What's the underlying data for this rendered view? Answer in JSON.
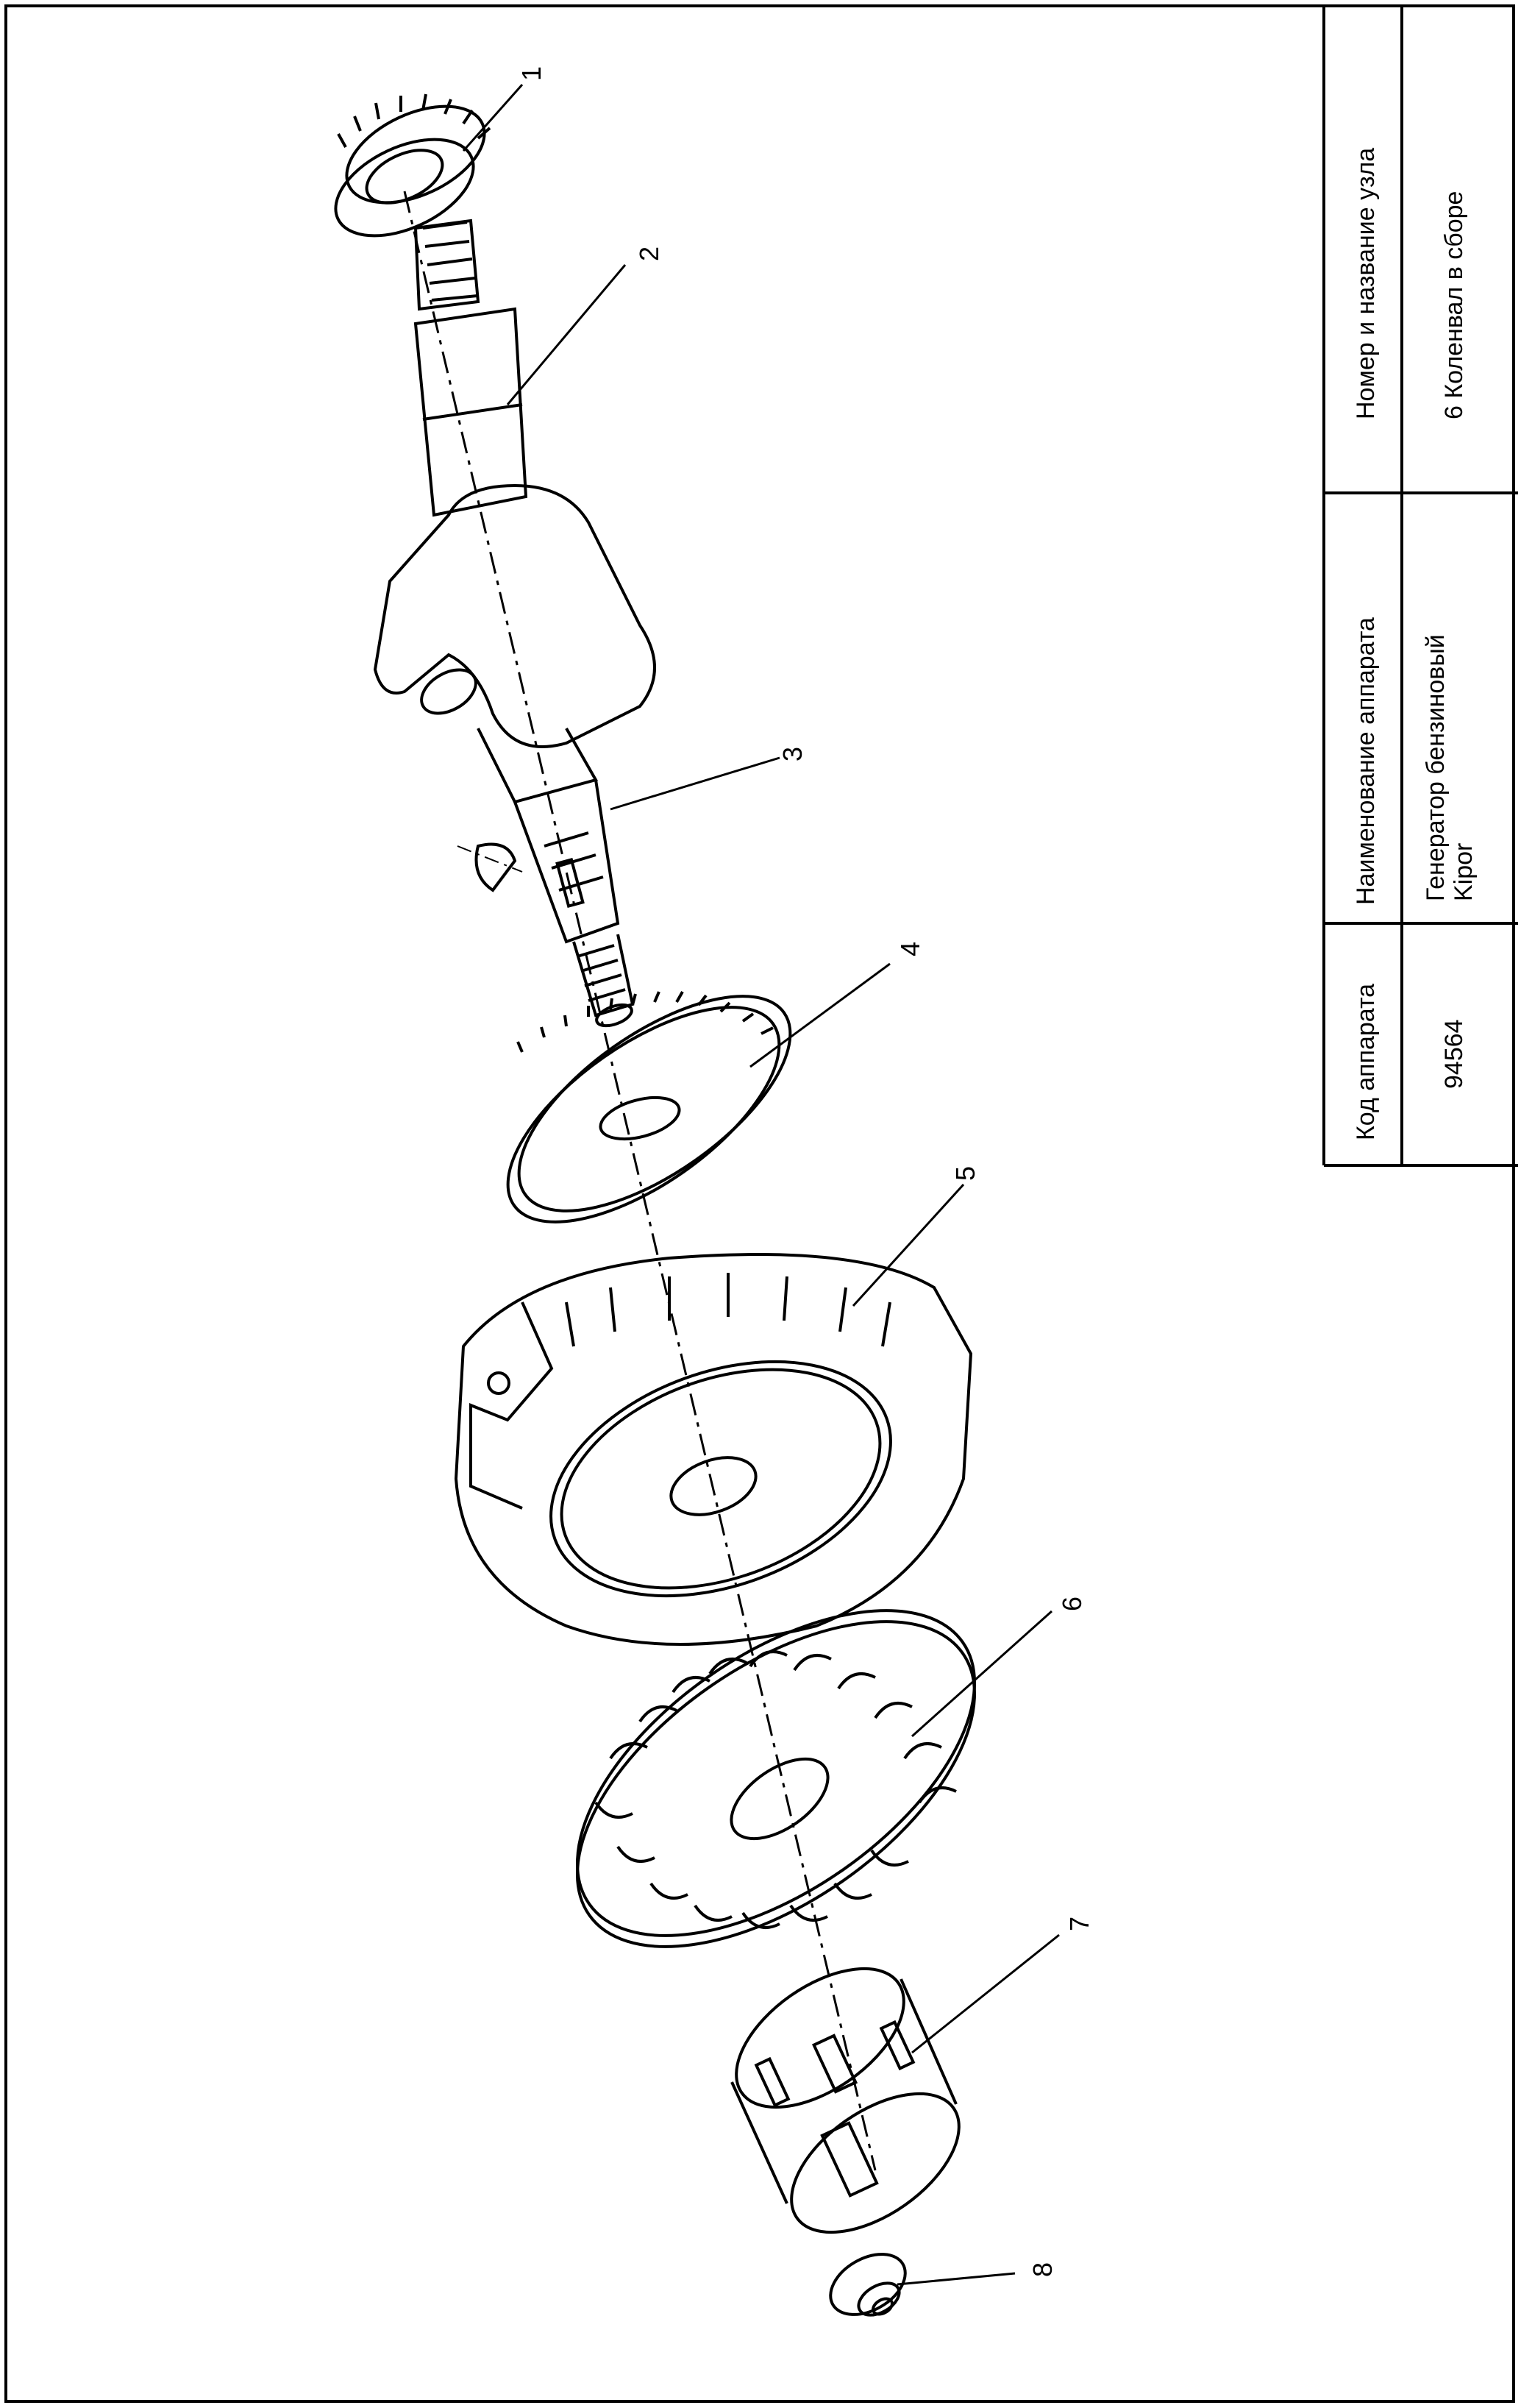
{
  "title_block": {
    "header_code": "Код аппарата",
    "header_name": "Наименование аппарата",
    "header_unit": "Номер и название узла",
    "value_code": "94564",
    "value_name_line1": "Генератор бензиновый",
    "value_name_line2": "Kipor",
    "value_unit": "6 Коленвал в сборе"
  },
  "callouts": [
    "1",
    "2",
    "3",
    "4",
    "5",
    "6",
    "7",
    "8"
  ]
}
